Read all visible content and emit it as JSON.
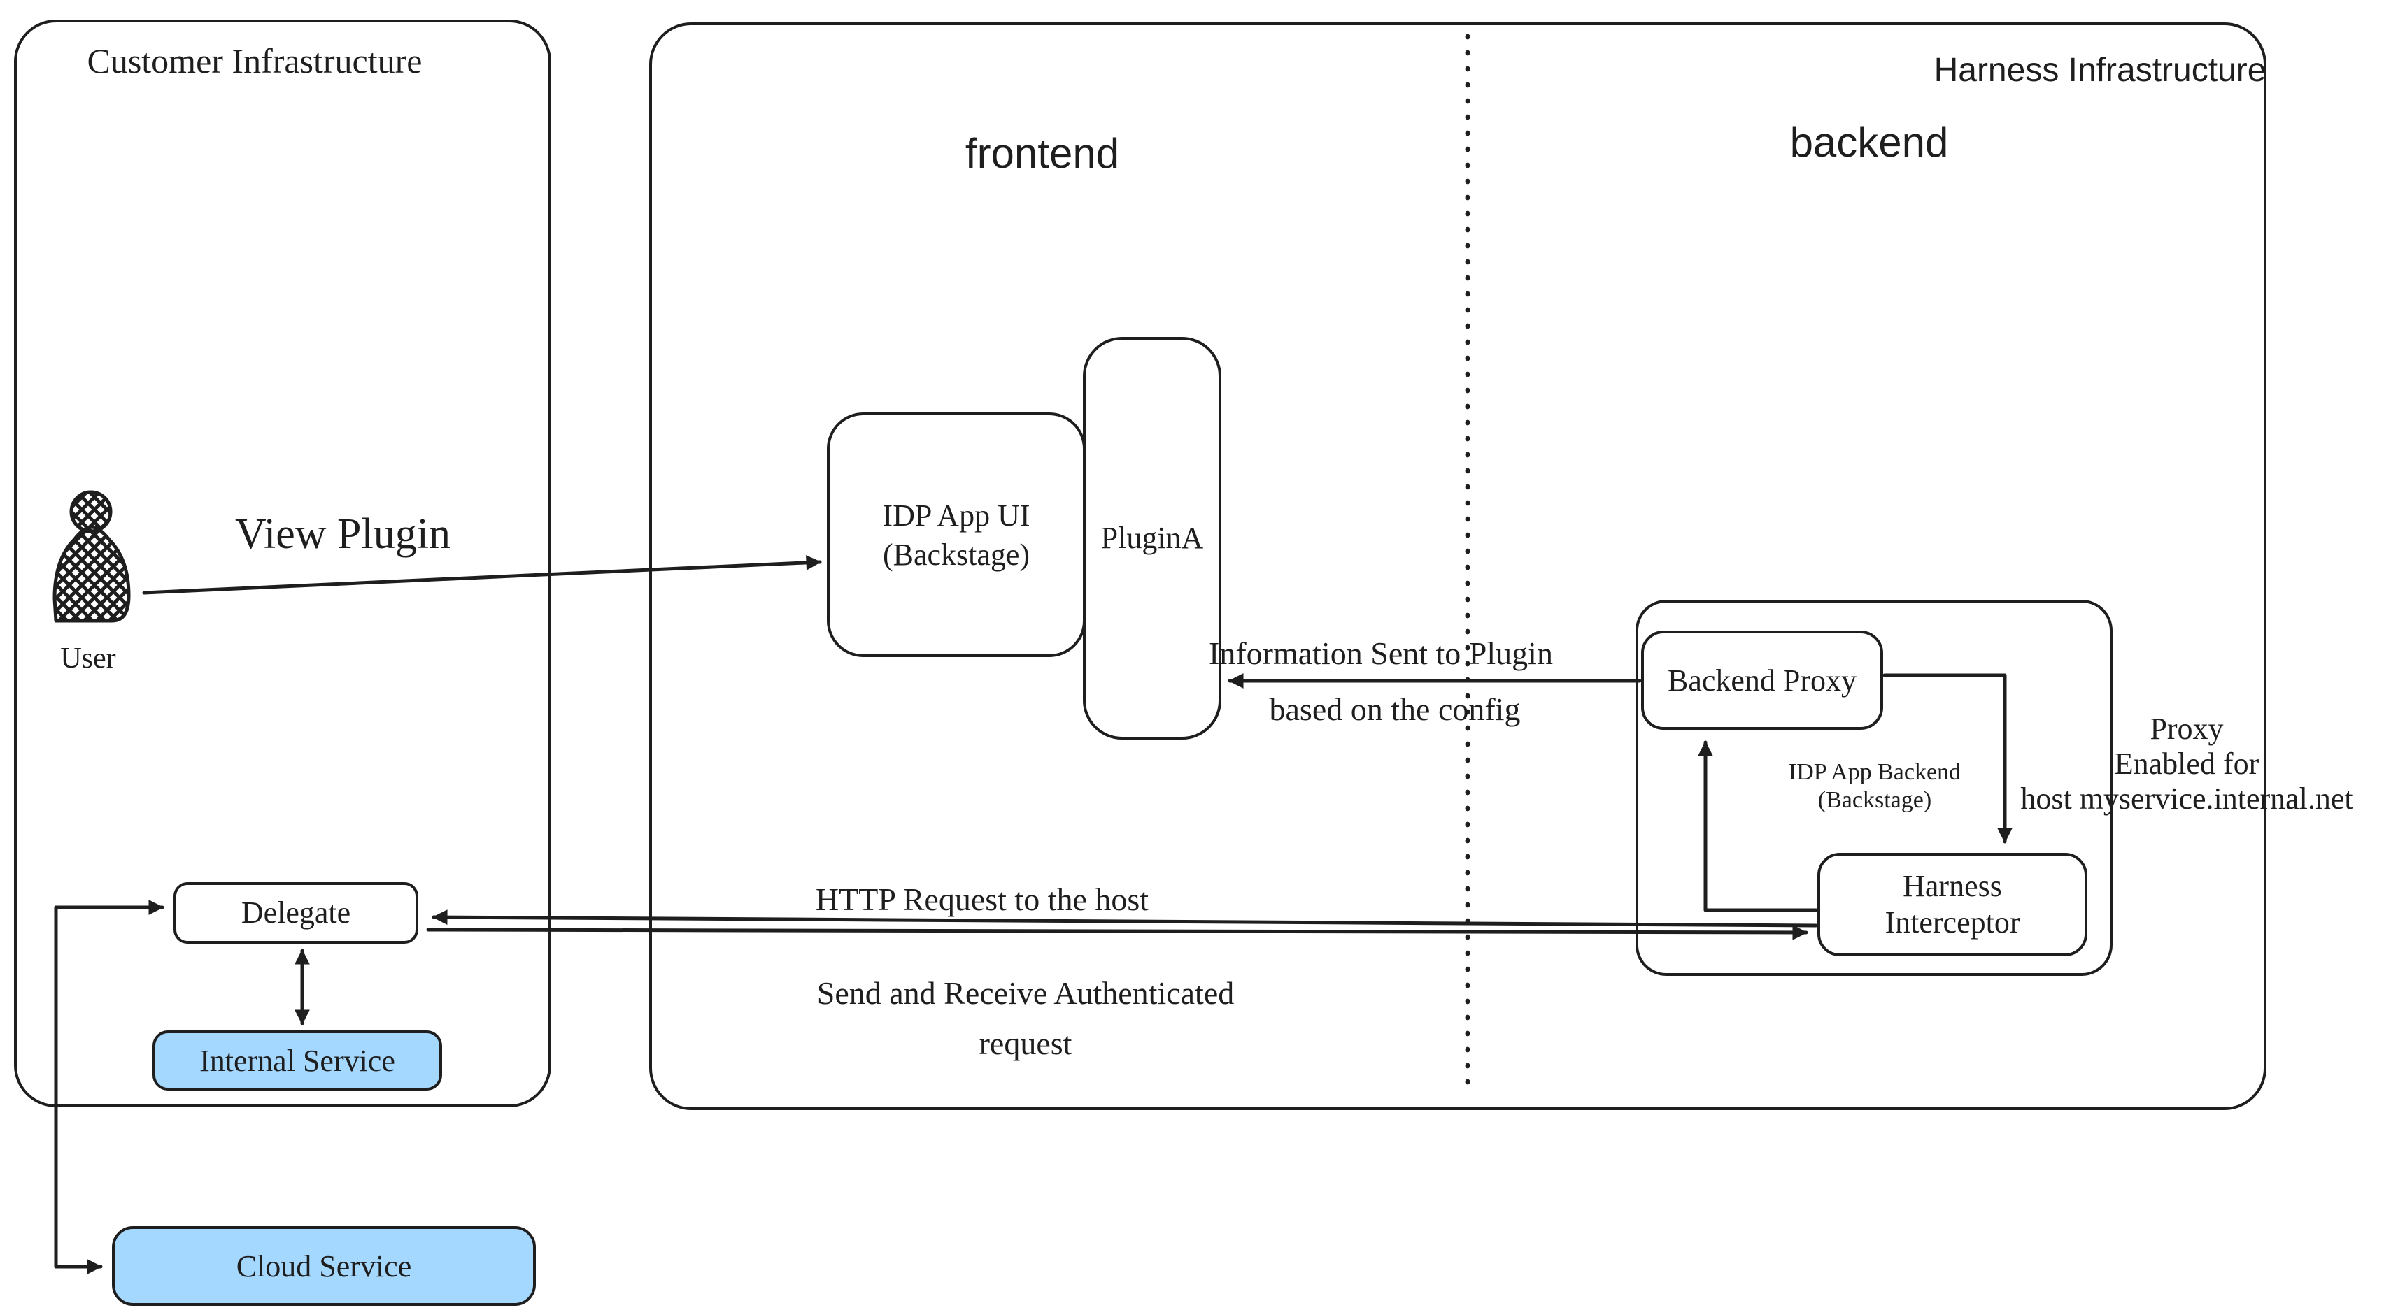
{
  "colors": {
    "stroke": "#1e1e1e",
    "service_fill": "#a5d8ff",
    "hatch": "#c9d4dd",
    "background": "#ffffff"
  },
  "regions": {
    "customer": {
      "title": "Customer Infrastructure"
    },
    "harness": {
      "title": "Harness Infrastructure",
      "frontend_label": "frontend",
      "backend_label": "backend"
    },
    "idp_app_backend": {
      "line1": "IDP App Backend",
      "line2": "(Backstage)"
    }
  },
  "nodes": {
    "user": {
      "label": "User"
    },
    "idp_app_ui": {
      "line1": "IDP App UI",
      "line2": "(Backstage)"
    },
    "plugin_a": {
      "label": "PluginA"
    },
    "backend_proxy": {
      "label": "Backend Proxy"
    },
    "harness_interceptor": {
      "line1": "Harness",
      "line2": "Interceptor"
    },
    "delegate": {
      "label": "Delegate"
    },
    "internal_service": {
      "label": "Internal Service"
    },
    "cloud_service": {
      "label": "Cloud Service"
    }
  },
  "edges": {
    "view_plugin": {
      "label": "View Plugin"
    },
    "info_to_plugin": {
      "line1": "Information Sent to Plugin",
      "line2": "based on the config"
    },
    "http_request": {
      "label": "HTTP Request to the host"
    },
    "auth_request": {
      "line1": "Send and Receive Authenticated",
      "line2": "request"
    },
    "proxy_note": {
      "line1": "Proxy",
      "line2": "Enabled for",
      "line3": "host myservice.internal.net"
    }
  }
}
